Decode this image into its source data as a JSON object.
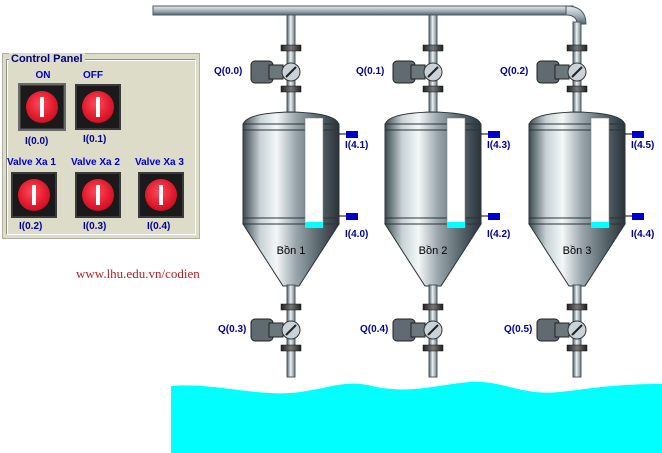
{
  "control_panel": {
    "title": "Control Panel",
    "buttons": [
      {
        "label": "ON",
        "address": "I(0.0)",
        "selected": true
      },
      {
        "label": "OFF",
        "address": "I(0.1)",
        "selected": false
      },
      {
        "label": "Valve Xa 1",
        "address": "I(0.2)",
        "selected": false
      },
      {
        "label": "Valve Xa 2",
        "address": "I(0.3)",
        "selected": false
      },
      {
        "label": "Valve Xa 3",
        "address": "I(0.4)",
        "selected": false
      }
    ],
    "button_color": "#e0192c"
  },
  "website": "www.lhu.edu.vn/codien",
  "tanks": [
    {
      "name": "Bồn 1",
      "inlet_valve": "Q(0.0)",
      "outlet_valve": "Q(0.3)",
      "high_sensor": "I(4.1)",
      "low_sensor": "I(4.0)"
    },
    {
      "name": "Bồn 2",
      "inlet_valve": "Q(0.1)",
      "outlet_valve": "Q(0.4)",
      "high_sensor": "I(4.3)",
      "low_sensor": "I(4.2)"
    },
    {
      "name": "Bồn 3",
      "inlet_valve": "Q(0.2)",
      "outlet_valve": "Q(0.5)",
      "high_sensor": "I(4.5)",
      "low_sensor": "I(4.4)"
    }
  ],
  "colors": {
    "water": "#00ffff",
    "sensor": "#0000cc",
    "text_address": "#000099"
  }
}
